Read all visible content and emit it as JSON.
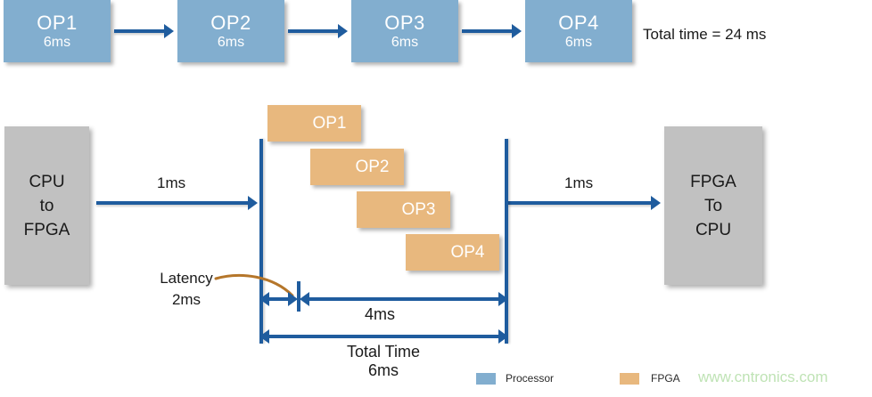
{
  "serial_flow": {
    "blocks": [
      {
        "name": "OP1",
        "time": "6ms"
      },
      {
        "name": "OP2",
        "time": "6ms"
      },
      {
        "name": "OP3",
        "time": "6ms"
      },
      {
        "name": "OP4",
        "time": "6ms"
      }
    ],
    "total_label": "Total time = 24 ms"
  },
  "parallel_flow": {
    "source_block": "CPU\nto\nFPGA",
    "source_line1": "CPU",
    "source_line2": "to",
    "source_line3": "FPGA",
    "dest_line1": "FPGA",
    "dest_line2": "To",
    "dest_line3": "CPU",
    "transfer_in": "1ms",
    "transfer_out": "1ms",
    "ops": [
      "OP1",
      "OP2",
      "OP3",
      "OP4"
    ],
    "latency_label_line1": "Latency",
    "latency_label_line2": "2ms",
    "exec_label": "4ms",
    "total_label_line1": "Total Time",
    "total_label_line2": "6ms"
  },
  "legend": {
    "items": [
      {
        "label": "Processor",
        "color": "#82aecf"
      },
      {
        "label": "FPGA",
        "color": "#e8b87e"
      }
    ]
  },
  "watermark": {
    "text": "www.cntronics.com",
    "color": "#bfe3b5"
  }
}
